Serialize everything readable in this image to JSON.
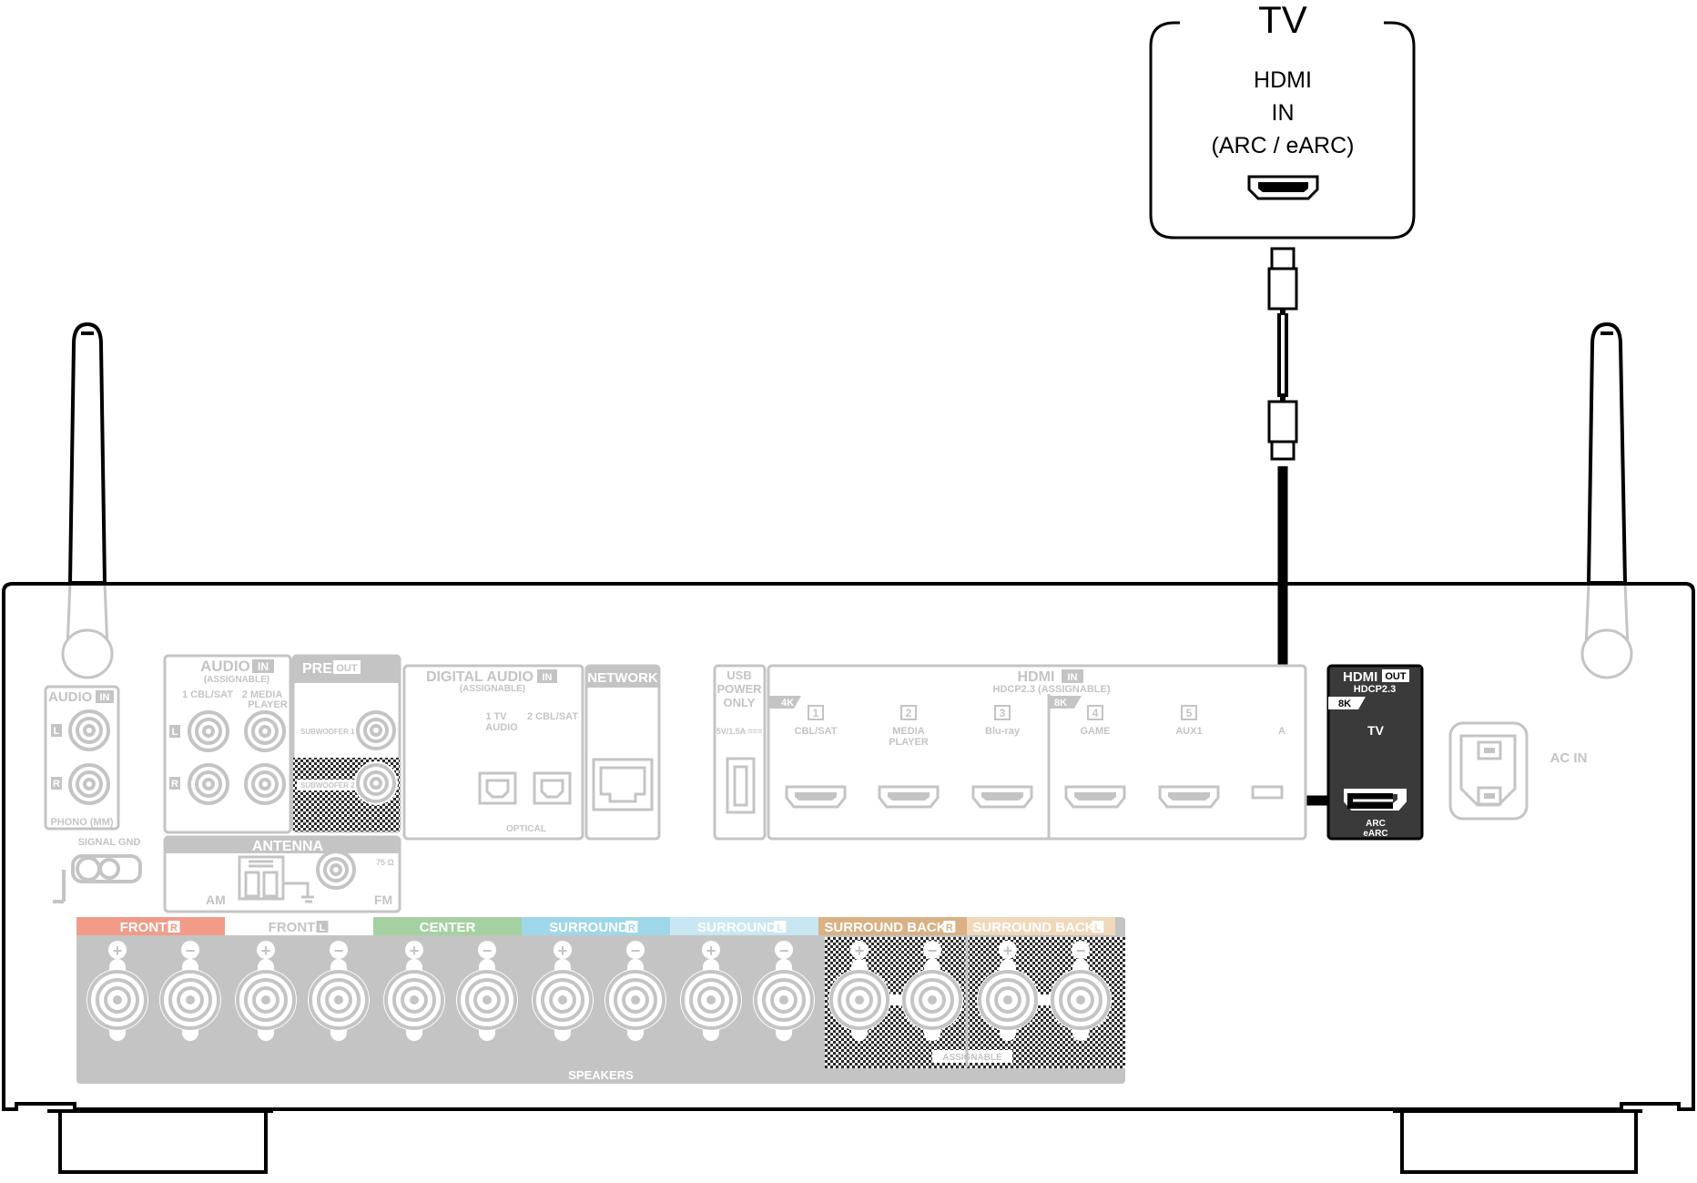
{
  "tv": {
    "title": "TV",
    "port_line1": "HDMI",
    "port_line2": "IN",
    "port_line3": "(ARC / eARC)"
  },
  "receiver": {
    "audio_in": {
      "title": "AUDIO",
      "badge": "IN",
      "l": "L",
      "r": "R",
      "phono": "PHONO (MM)",
      "signal_gnd": "SIGNAL GND"
    },
    "audio_in2": {
      "title": "AUDIO",
      "badge": "IN",
      "assignable": "(ASSIGNABLE)",
      "ch1": "1 CBL/SAT",
      "ch2": "2  MEDIA",
      "ch2b": "PLAYER",
      "l": "L",
      "r": "R"
    },
    "pre_out": {
      "title": "PRE",
      "badge": "OUT",
      "sub1": "SUBWOOFER 1",
      "sub2": "SUBWOOFER 2"
    },
    "digital_audio": {
      "title": "DIGITAL AUDIO",
      "badge": "IN",
      "assignable": "(ASSIGNABLE)",
      "in1": "1   TV",
      "in1b": "AUDIO",
      "in2": "2 CBL/SAT",
      "optical": "OPTICAL"
    },
    "network": {
      "title": "NETWORK"
    },
    "usb": {
      "line1": "USB",
      "line2": "POWER",
      "line3": "ONLY",
      "rating": "5V/1.5A ==="
    },
    "hdmi_in": {
      "title": "HDMI",
      "badge": "IN",
      "subtitle": "HDCP2.3  (ASSIGNABLE)",
      "group1": "4K",
      "group2": "8K",
      "ports": [
        {
          "num": "1",
          "label": "CBL/SAT",
          "label2": ""
        },
        {
          "num": "2",
          "label": "MEDIA",
          "label2": "PLAYER"
        },
        {
          "num": "3",
          "label": "Blu-ray",
          "label2": ""
        },
        {
          "num": "4",
          "label": "GAME",
          "label2": ""
        },
        {
          "num": "5",
          "label": "AUX1",
          "label2": ""
        },
        {
          "num": "",
          "label": "A",
          "label2": ""
        }
      ]
    },
    "hdmi_out": {
      "title": "HDMI",
      "badge": "OUT",
      "hdcp": "HDCP2.3",
      "res": "8K",
      "label": "TV",
      "arc1": "ARC",
      "arc2": "eARC"
    },
    "antenna": {
      "title": "ANTENNA",
      "am": "AM",
      "fm": "FM",
      "ohm": "75 Ω"
    },
    "ac_in": "AC IN",
    "speakers": {
      "title": "SPEAKERS",
      "assignable": "ASSIGNABLE",
      "plus": "+",
      "minus": "−",
      "channels": [
        {
          "name": "FRONT",
          "side": "R",
          "color": "#f29b89"
        },
        {
          "name": "FRONT",
          "side": "L",
          "color": "#ffffff"
        },
        {
          "name": "CENTER",
          "side": "",
          "color": "#a5d0a1"
        },
        {
          "name": "SURROUND",
          "side": "R",
          "color": "#9fd7ea"
        },
        {
          "name": "SURROUND",
          "side": "L",
          "color": "#c9e7f2"
        },
        {
          "name": "SURROUND BACK",
          "side": "R",
          "color": "#d9b184"
        },
        {
          "name": "SURROUND BACK",
          "side": "L",
          "color": "#f0d8bb"
        }
      ]
    }
  }
}
